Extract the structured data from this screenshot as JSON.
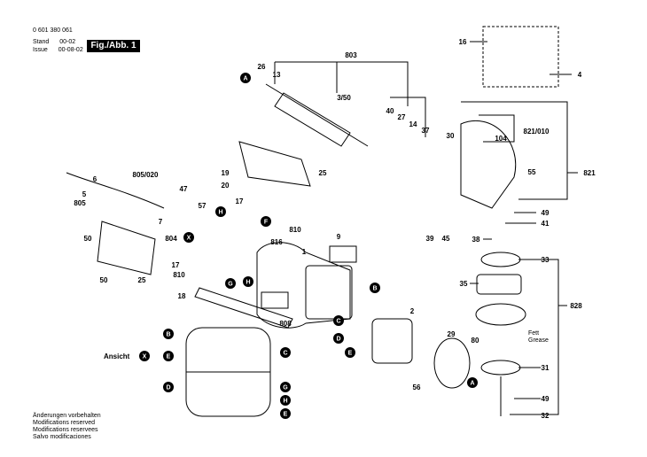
{
  "header": {
    "part_number": "0 601 380 061",
    "stand_label": "Stand",
    "stand_value": "00-02",
    "issue_label": "Issue",
    "issue_value": "00-08-02",
    "figure_label": "Fig./Abb. 1"
  },
  "footer_notes": [
    "Änderungen vorbehalten",
    "Modifications reserved",
    "Modifications reservees",
    "Salvo modificaciones"
  ],
  "view_label": "Ansicht",
  "view_marker": "X",
  "grease_note": [
    "Fett",
    "Grease"
  ],
  "part_numbers": {
    "p803": "803",
    "p26": "26",
    "p13": "13",
    "p350": "3/50",
    "p16": "16",
    "p4": "4",
    "p40": "40",
    "p27": "27",
    "p14": "14",
    "p37": "37",
    "p30": "30",
    "p821010": "821/010",
    "p104": "104",
    "p821": "821",
    "p55": "55",
    "p49a": "49",
    "p41": "41",
    "p39": "39",
    "p45": "45",
    "p38": "38",
    "p33": "33",
    "p35": "35",
    "p828": "828",
    "p80": "80",
    "p31": "31",
    "p49b": "49",
    "p32": "32",
    "p6": "6",
    "p805020": "805/020",
    "p5": "5",
    "p805": "805",
    "p47": "47",
    "p57": "57",
    "p7": "7",
    "p19": "19",
    "p20": "20",
    "p25a": "25",
    "p17a": "17",
    "p810a": "810",
    "p816": "816",
    "p804": "804",
    "p17b": "17",
    "p810b": "810",
    "p1": "1",
    "p9": "9",
    "p50a": "50",
    "p50b": "50",
    "p25b": "25",
    "p18": "18",
    "p808": "808",
    "p2": "2",
    "p29": "29",
    "p56": "56"
  },
  "callouts": {
    "A1": "A",
    "H1": "H",
    "X1": "X",
    "F1": "F",
    "G1": "G",
    "H2": "H",
    "C1": "C",
    "B1": "B",
    "D1": "D",
    "E1": "E",
    "A2": "A",
    "vB": "B",
    "vE": "E",
    "vD": "D",
    "vC": "C",
    "vG": "G",
    "vH": "H",
    "vE2": "E"
  }
}
